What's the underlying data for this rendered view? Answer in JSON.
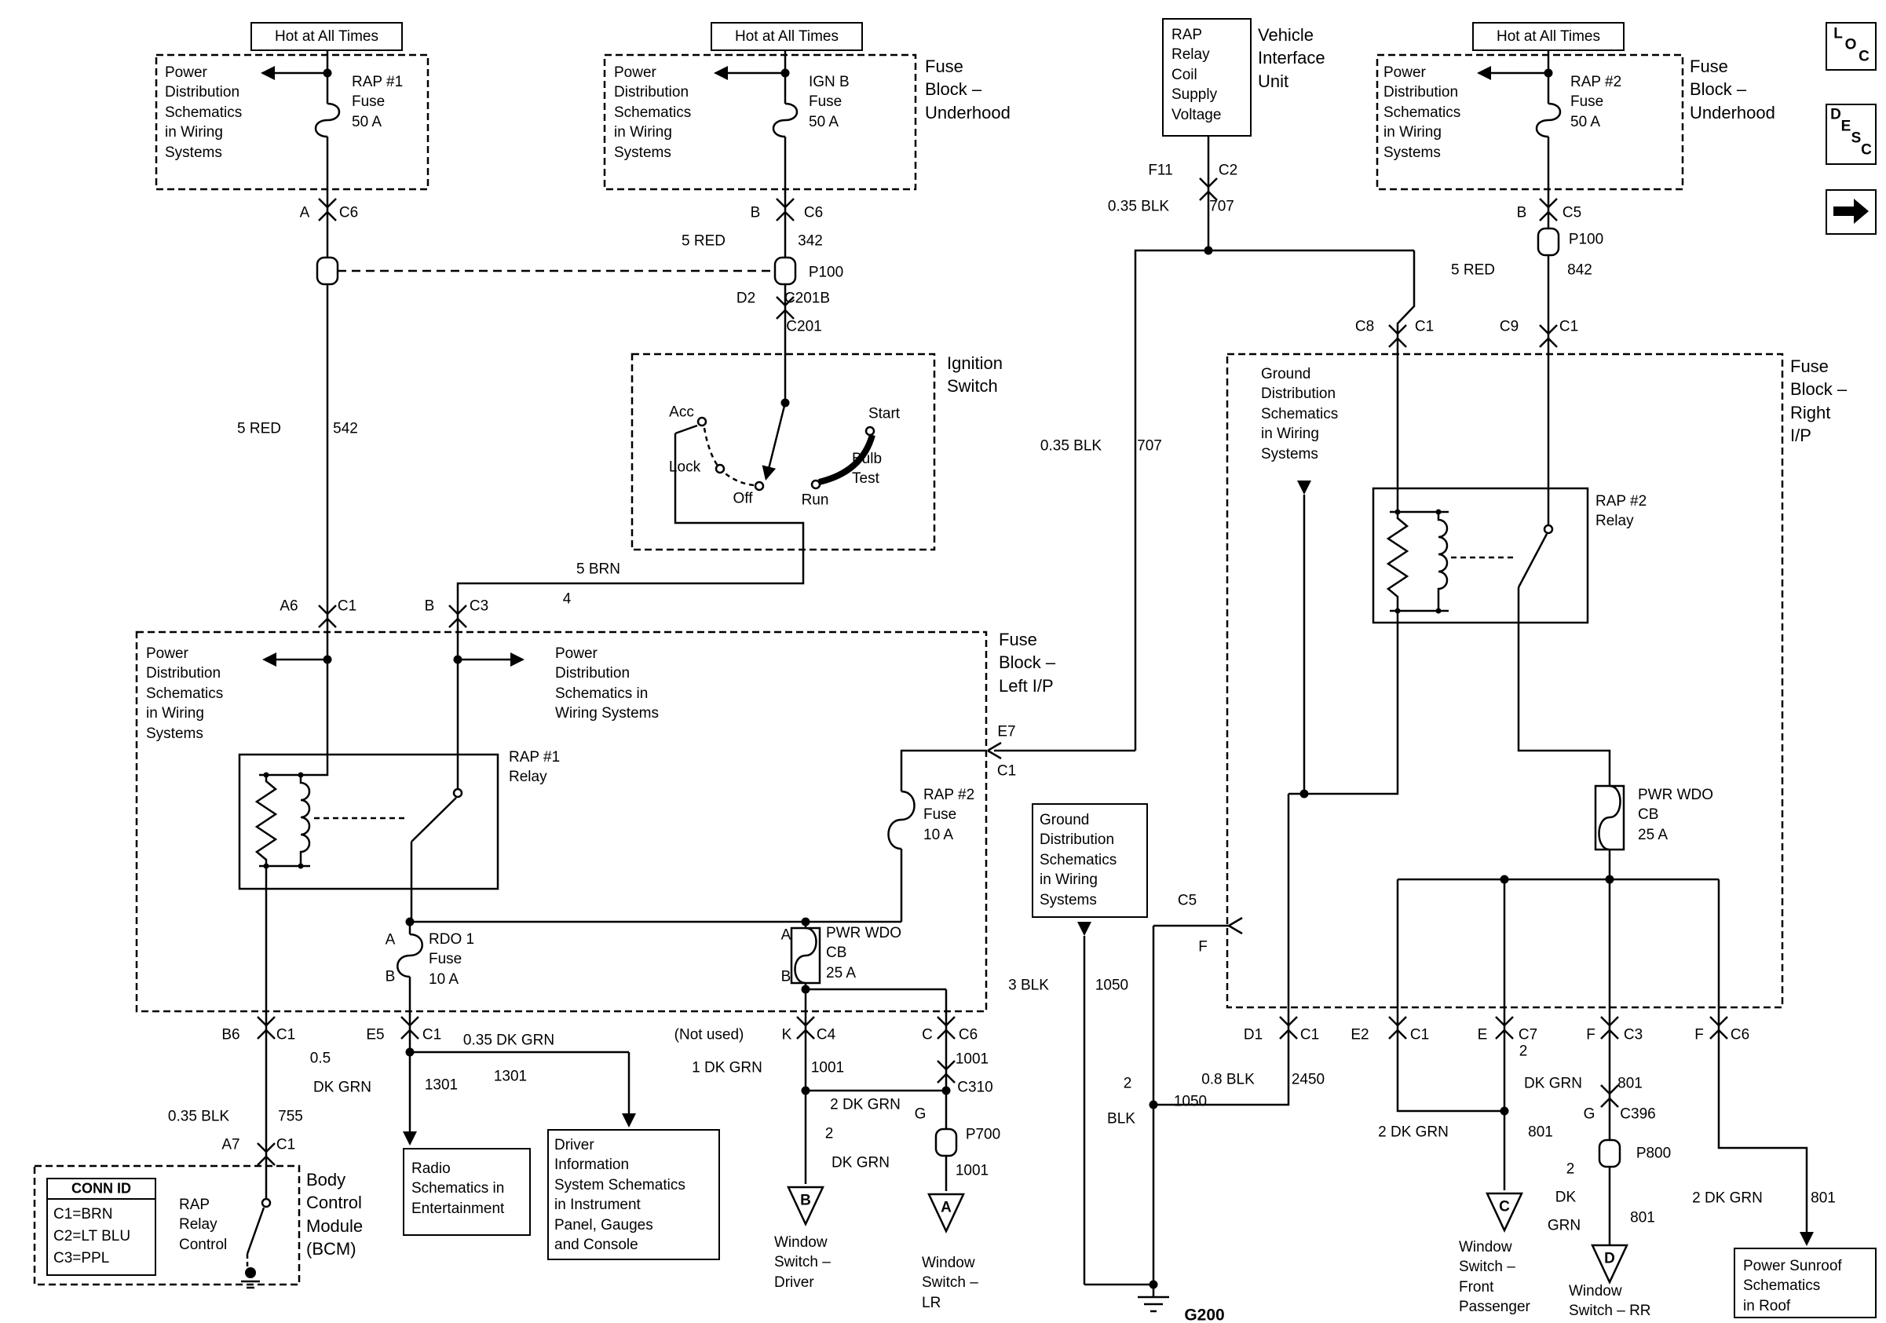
{
  "t": {
    "a": "A",
    "b": "B",
    "c": "C",
    "d": "D",
    "e": "E",
    "f": "F",
    "g": "G",
    "k": "K",
    "a6": "A6",
    "a7": "A7",
    "b6": "B6",
    "c1": "C1",
    "c2": "C2",
    "c3": "C3",
    "c4": "C4",
    "c5": "C5",
    "c6": "C6",
    "c7": "C7",
    "c8": "C8",
    "c9": "C9",
    "d1": "D1",
    "d2": "D2",
    "e2": "E2",
    "e5": "E5",
    "e7": "E7",
    "f11": "F11",
    "c201": "C201",
    "c201b": "C201B",
    "c310": "C310",
    "c396": "C396",
    "p100": "P100",
    "p700": "P700",
    "p800": "P800",
    "g200": "G200",
    "red5": "5 RED",
    "n542": "542",
    "n342": "342",
    "n842": "842",
    "brn5": "5 BRN",
    "n4": "4",
    "blk035": "0.35 BLK",
    "n707": "707",
    "n755": "755",
    "n05": "0.5",
    "dkgrn": "DK GRN",
    "n1301": "1301",
    "dkgrn035": "0.35 DK GRN",
    "dkgrn1": "1 DK GRN",
    "n1001": "1001",
    "dkgrn2": "2 DK GRN",
    "n2": "2",
    "n801": "801",
    "blk08": "0.8 BLK",
    "n2450": "2450",
    "blk3": "3 BLK",
    "n1050": "1050",
    "blk": "BLK",
    "dk": "DK",
    "grn": "GRN",
    "notused": "(Not used)",
    "acc": "Acc",
    "lock": "Lock",
    "off": "Off",
    "run": "Run",
    "start": "Start"
  },
  "blocks": {
    "hot": "Hot at All Times",
    "pd5": "Power\nDistribution\nSchematics\nin Wiring\nSystems",
    "pd4": "Power\nDistribution\nSchematics in\nWiring Systems",
    "fuse_underhood": "Fuse\nBlock –\nUnderhood",
    "rap1fuse": "RAP #1\nFuse\n50 A",
    "ignbfuse": "IGN B\nFuse\n50 A",
    "rap2fuse50": "RAP #2\nFuse\n50 A",
    "viu": "Vehicle\nInterface\nUnit",
    "viubox": "RAP\nRelay\nCoil\nSupply\nVoltage",
    "ign": "Ignition\nSwitch",
    "bulbtest": "Bulb\nTest",
    "fbleft": "Fuse\nBlock –\nLeft I/P",
    "fbright": "Fuse\nBlock –\nRight\nI/P",
    "rap1relay": "RAP #1\nRelay",
    "rap2relay": "RAP #2\nRelay",
    "rdo1": "RDO 1\nFuse\n10 A",
    "rap2fuse10": "RAP #2\nFuse\n10 A",
    "pwrwdo": "PWR WDO\nCB\n25 A",
    "gdist": "Ground\nDistribution\nSchematics\nin Wiring\nSystems",
    "radio": "Radio\nSchematics in\nEntertainment",
    "dinfo": "Driver\nInformation\nSystem Schematics\nin Instrument\nPanel, Gauges\nand Console",
    "bcm": "Body\nControl\nModule\n(BCM)",
    "connid": "CONN ID",
    "cid1": "C1=BRN",
    "cid2": "C2=LT BLU",
    "cid3": "C3=PPL",
    "rapctl": "RAP\nRelay\nControl",
    "wsdriver": "Window\nSwitch –\nDriver",
    "wslr": "Window\nSwitch –\nLR",
    "wsfp": "Window\nSwitch –\nFront\nPassenger",
    "wsrr": "Window\nSwitch – RR",
    "sunroof": "Power Sunroof\nSchematics\nin Roof"
  },
  "nav": {
    "l": "L",
    "o": "O",
    "c": "C",
    "d": "D",
    "e": "E",
    "s": "S",
    "c2": "C"
  }
}
